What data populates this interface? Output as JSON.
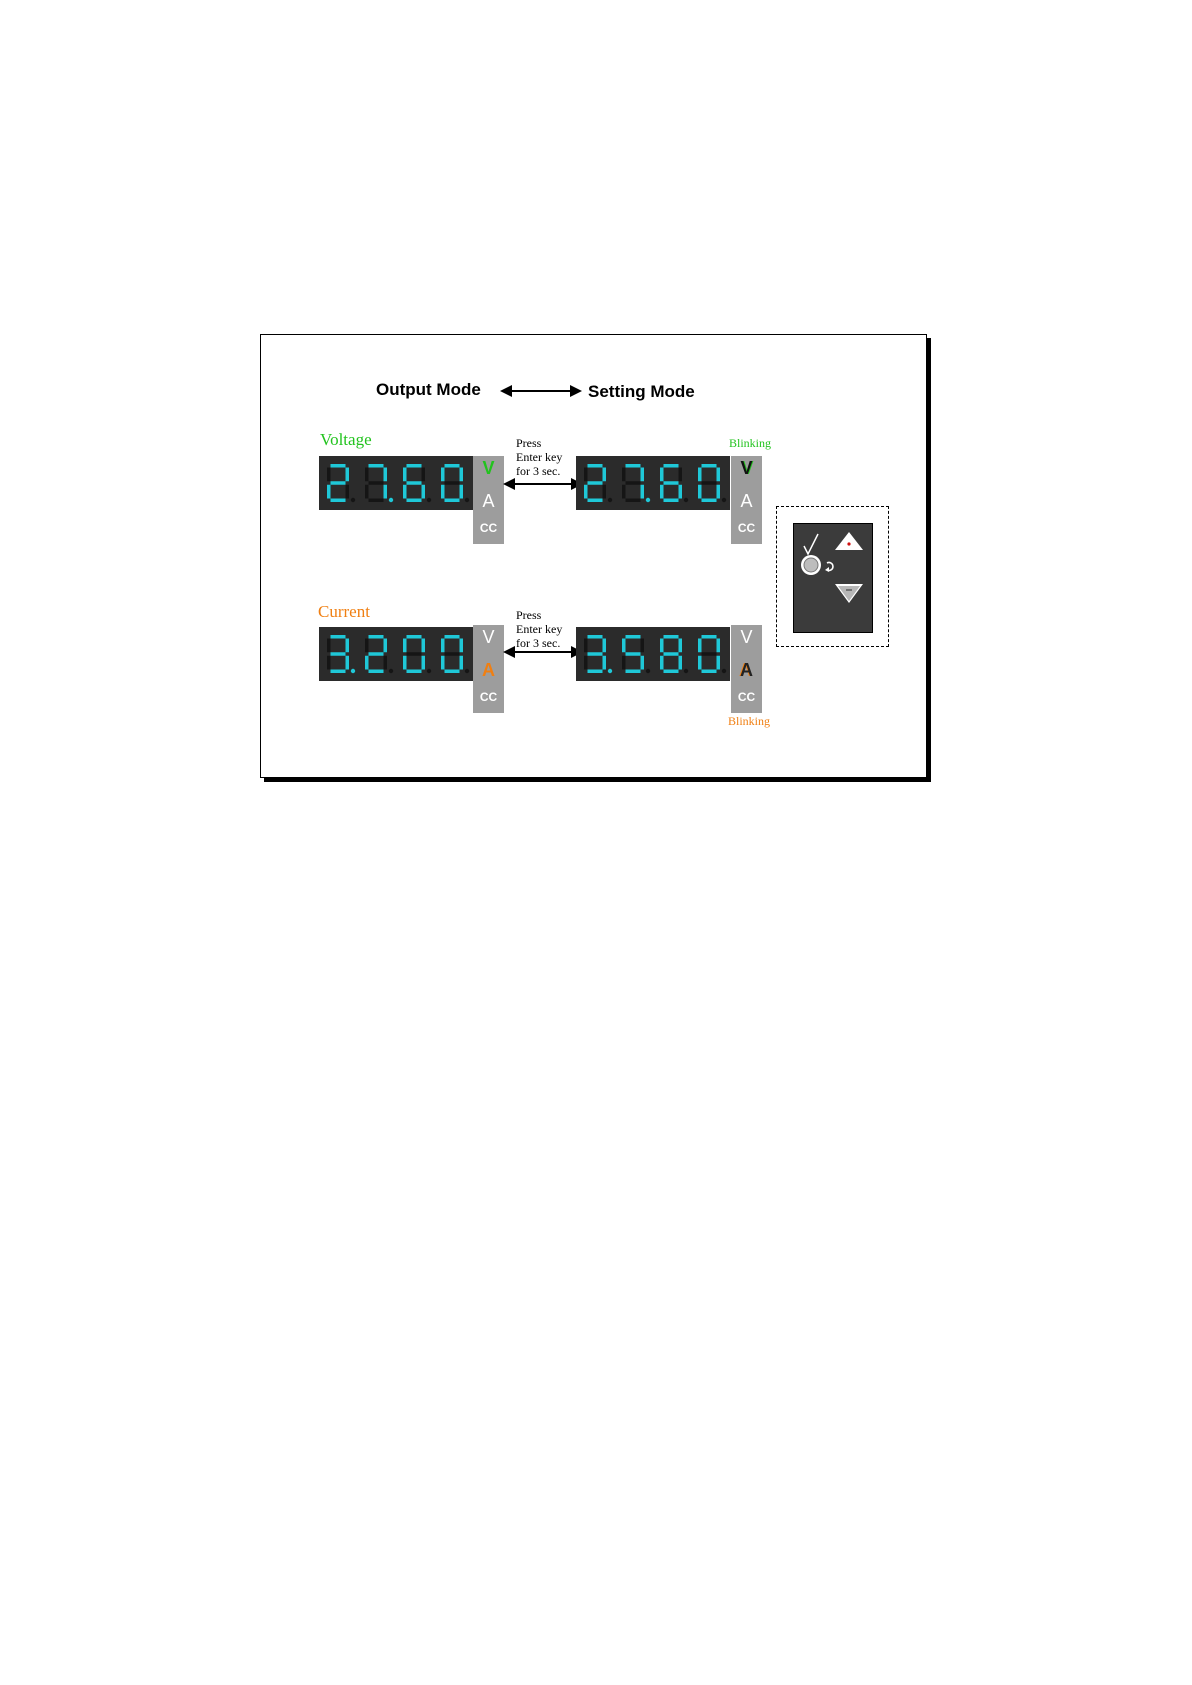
{
  "header": {
    "output_mode": "Output Mode",
    "setting_mode": "Setting Mode"
  },
  "voltage": {
    "label": "Voltage",
    "press_lines": [
      "Press",
      "Enter key",
      "for 3 sec."
    ],
    "output_display": {
      "digits": [
        "2",
        "7",
        "6",
        "0"
      ],
      "decimal_after": 1
    },
    "setting_display": {
      "digits": [
        "2",
        "7",
        "6",
        "0"
      ],
      "decimal_after": 1
    },
    "blinking": "Blinking",
    "units": {
      "v": "V",
      "a": "A",
      "cc": "CC"
    }
  },
  "current": {
    "label": "Current",
    "press_lines": [
      "Press",
      "Enter key",
      "for 3 sec."
    ],
    "output_display": {
      "digits": [
        "3",
        "2",
        "0",
        "0"
      ],
      "decimal_after": 0
    },
    "setting_display": {
      "digits": [
        "3",
        "5",
        "8",
        "0"
      ],
      "decimal_after": 0
    },
    "blinking": "Blinking",
    "units": {
      "v": "V",
      "a": "A",
      "cc": "CC"
    }
  },
  "colors": {
    "voltage": "#22c31e",
    "current": "#f07f12",
    "segment_on": "#1fc8d8",
    "segment_off": "#1e1e1e",
    "display_bg": "#2b2b2b",
    "unit_panel": "#9d9d9d",
    "keypad_bg": "#3b3b3b"
  },
  "keypad": {
    "icons": [
      "check-icon",
      "up-triangle-icon",
      "rotate-circle-icon",
      "down-triangle-icon"
    ]
  }
}
